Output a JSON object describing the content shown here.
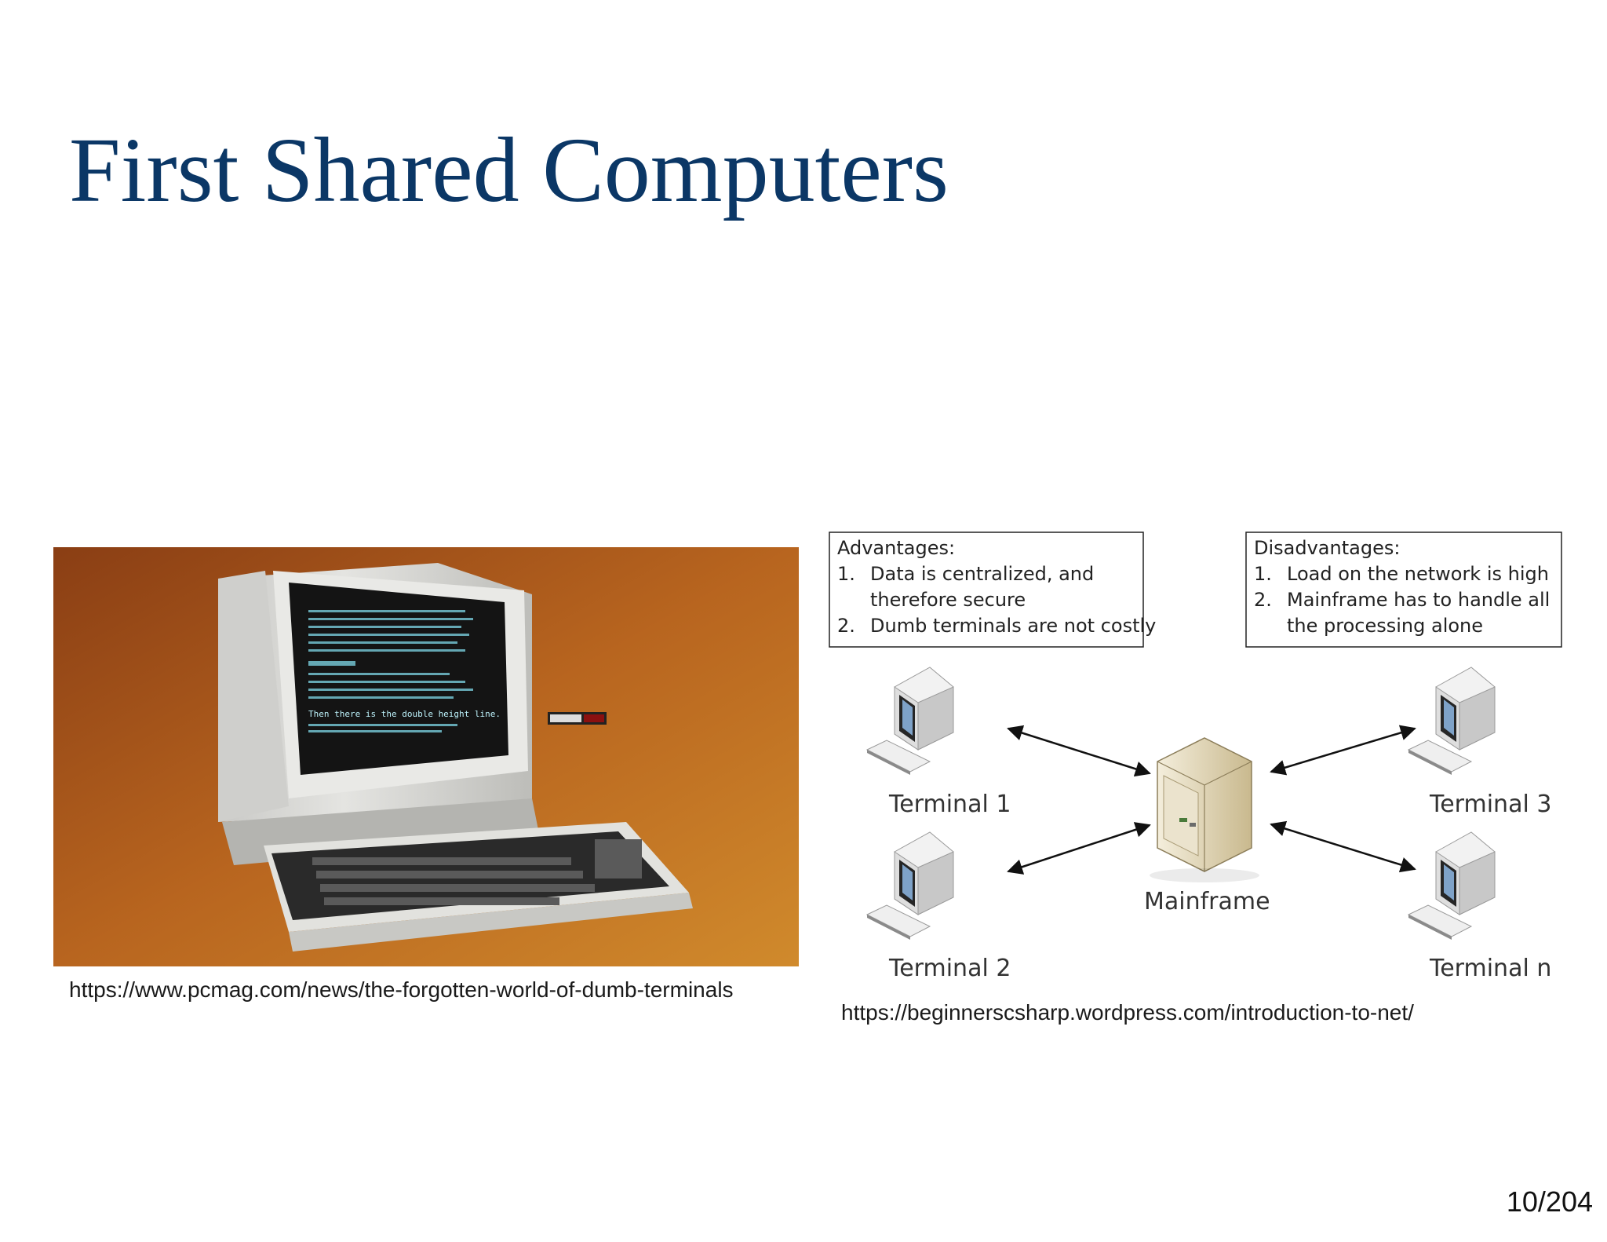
{
  "slide": {
    "title": "First Shared Computers",
    "page_number": "10/204"
  },
  "photo": {
    "screen_line": "Then there is the double height line.",
    "caption": "https://www.pcmag.com/news/the-forgotten-world-of-dumb-terminals"
  },
  "diagram": {
    "advantages": {
      "heading": "Advantages:",
      "items": [
        {
          "num": "1.",
          "line1": "Data is centralized, and",
          "line2": "therefore secure"
        },
        {
          "num": "2.",
          "line1": "Dumb terminals are not costly"
        }
      ]
    },
    "disadvantages": {
      "heading": "Disadvantages:",
      "items": [
        {
          "num": "1.",
          "line1": "Load on the network is high"
        },
        {
          "num": "2.",
          "line1": "Mainframe has to handle all",
          "line2": "the processing alone"
        }
      ]
    },
    "nodes": {
      "terminal_1": "Terminal 1",
      "terminal_2": "Terminal 2",
      "terminal_3": "Terminal 3",
      "terminal_n": "Terminal n",
      "mainframe": "Mainframe"
    },
    "caption": "https://beginnerscsharp.wordpress.com/introduction-to-net/"
  },
  "colors": {
    "title": "#0b3766",
    "photo_background": "#b8651f",
    "terminal_body": "#d9d9d6",
    "screen_text": "#7fd8e8",
    "mainframe": "#e6dcc2"
  }
}
